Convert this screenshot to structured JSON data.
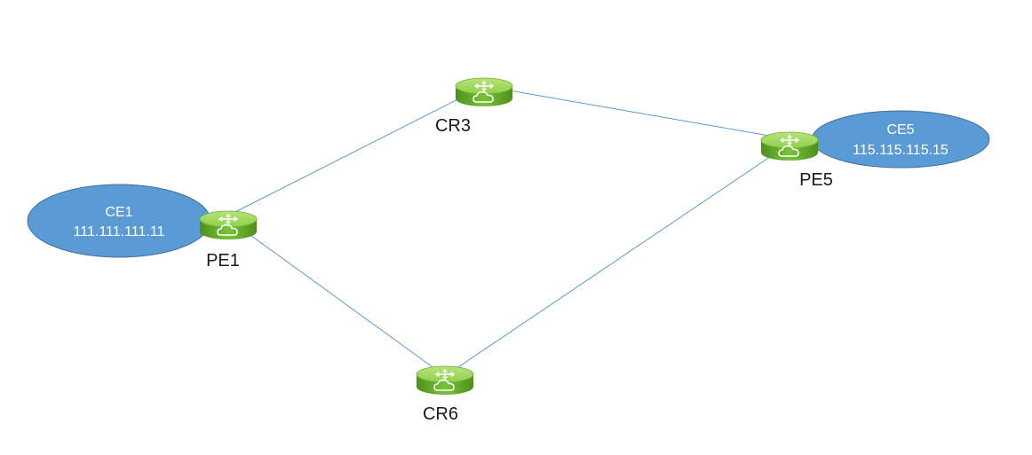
{
  "diagram": {
    "routers": {
      "pe1": {
        "label": "PE1",
        "icon": "router-icon"
      },
      "cr3": {
        "label": "CR3",
        "icon": "router-icon"
      },
      "pe5": {
        "label": "PE5",
        "icon": "router-icon"
      },
      "cr6": {
        "label": "CR6",
        "icon": "router-icon"
      }
    },
    "customer_edges": {
      "ce1": {
        "name": "CE1",
        "address": "111.111.111.11"
      },
      "ce5": {
        "name": "CE5",
        "address": "115.115.115.15"
      }
    },
    "links": [
      {
        "from": "PE1",
        "to": "CR3"
      },
      {
        "from": "CR3",
        "to": "PE5"
      },
      {
        "from": "PE1",
        "to": "CR6"
      },
      {
        "from": "CR6",
        "to": "PE5"
      }
    ],
    "colors": {
      "link": "#5b9bd5",
      "ce_fill": "#5b9bd5",
      "router_green": "#7cc242"
    }
  }
}
